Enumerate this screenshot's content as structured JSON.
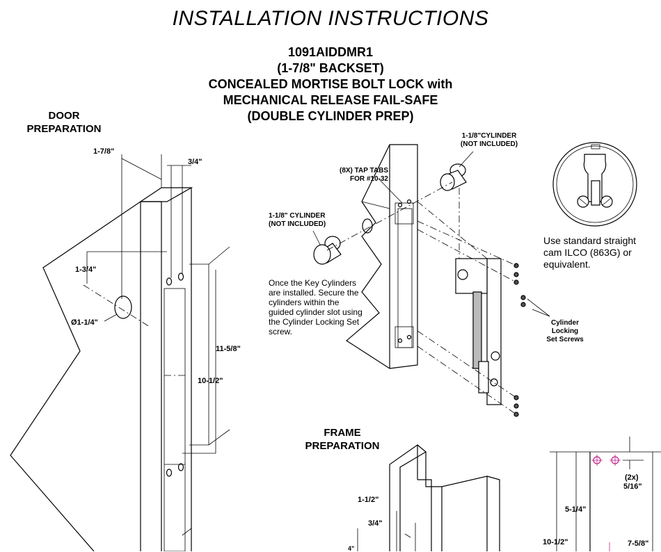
{
  "header": {
    "title": "INSTALLATION INSTRUCTIONS",
    "model": "1091AIDDMR1",
    "backset": "(1-7/8\" BACKSET)",
    "line3": "CONCEALED MORTISE BOLT LOCK with",
    "line4": "MECHANICAL RELEASE FAIL-SAFE",
    "line5": "(DOUBLE CYLINDER PREP)"
  },
  "door_prep": {
    "heading_1": "DOOR",
    "heading_2": "PREPARATION",
    "dims": {
      "backset": "1-7/8\"",
      "three_quarter": "3/4\"",
      "one_three_quarter": "1-3/4\"",
      "hole_dia": "Ø1-1/4\"",
      "eleven_five_eighths": "11-5/8\"",
      "ten_half": "10-1/2\""
    }
  },
  "assembly": {
    "tap_tabs_1": "(8X) TAP TABS",
    "tap_tabs_2": "FOR #10-32",
    "cyl_top_1": "1-1/8\"CYLINDER",
    "cyl_top_2": "(NOT INCLUDED)",
    "cyl_left_1": "1-1/8\" CYLINDER",
    "cyl_left_2": "(NOT INCLUDED)",
    "install_note": "Once the Key Cylinders are installed.  Secure the cylinders within the guided cylinder slot using the Cylinder Locking Set screw.",
    "set_screws_1": "Cylinder",
    "set_screws_2": "Locking",
    "set_screws_3": "Set Screws"
  },
  "cam_note": "Use standard straight cam ILCO (863G) or equivalent.",
  "frame_prep": {
    "heading_1": "FRAME",
    "heading_2": "PREPARATION",
    "dims": {
      "one_half": "1-1/2\"",
      "three_quarter": "3/4\"",
      "partial_4": "4\""
    }
  },
  "strike_detail": {
    "dims": {
      "two_x": "(2x)",
      "five_sixteenths": "5/16\"",
      "five_quarter": "5-1/4\"",
      "ten_half": "10-1/2\"",
      "seven_five_eighths": "7-5/8\""
    }
  }
}
